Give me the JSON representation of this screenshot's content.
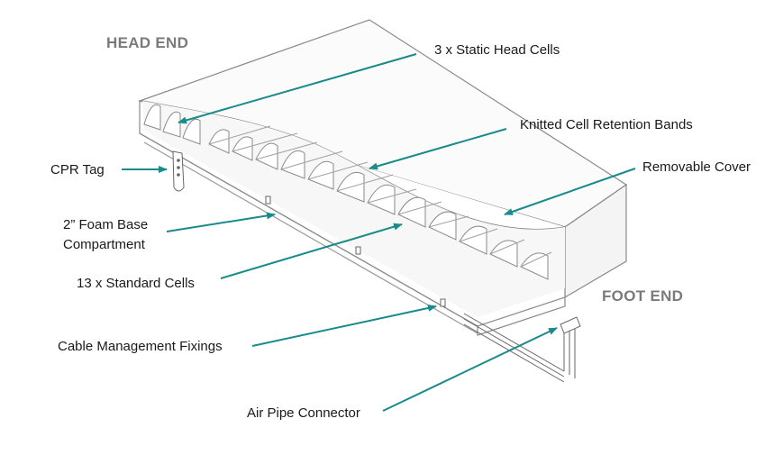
{
  "ends": {
    "head": "HEAD END",
    "foot": "FOOT END"
  },
  "labels": {
    "static_head_cells": "3 x Static Head Cells",
    "retention_bands": "Knitted Cell Retention Bands",
    "removable_cover": "Removable Cover",
    "cpr_tag": "CPR Tag",
    "foam_base_line1": "2” Foam Base",
    "foam_base_line2": "Compartment",
    "standard_cells": "13 x Standard Cells",
    "cable_fixings": "Cable Management Fixings",
    "air_pipe": "Air Pipe Connector"
  },
  "colors": {
    "arrow": "#1a8a8a",
    "outline": "#8a8a8a",
    "end_label": "#7a7a7a"
  }
}
